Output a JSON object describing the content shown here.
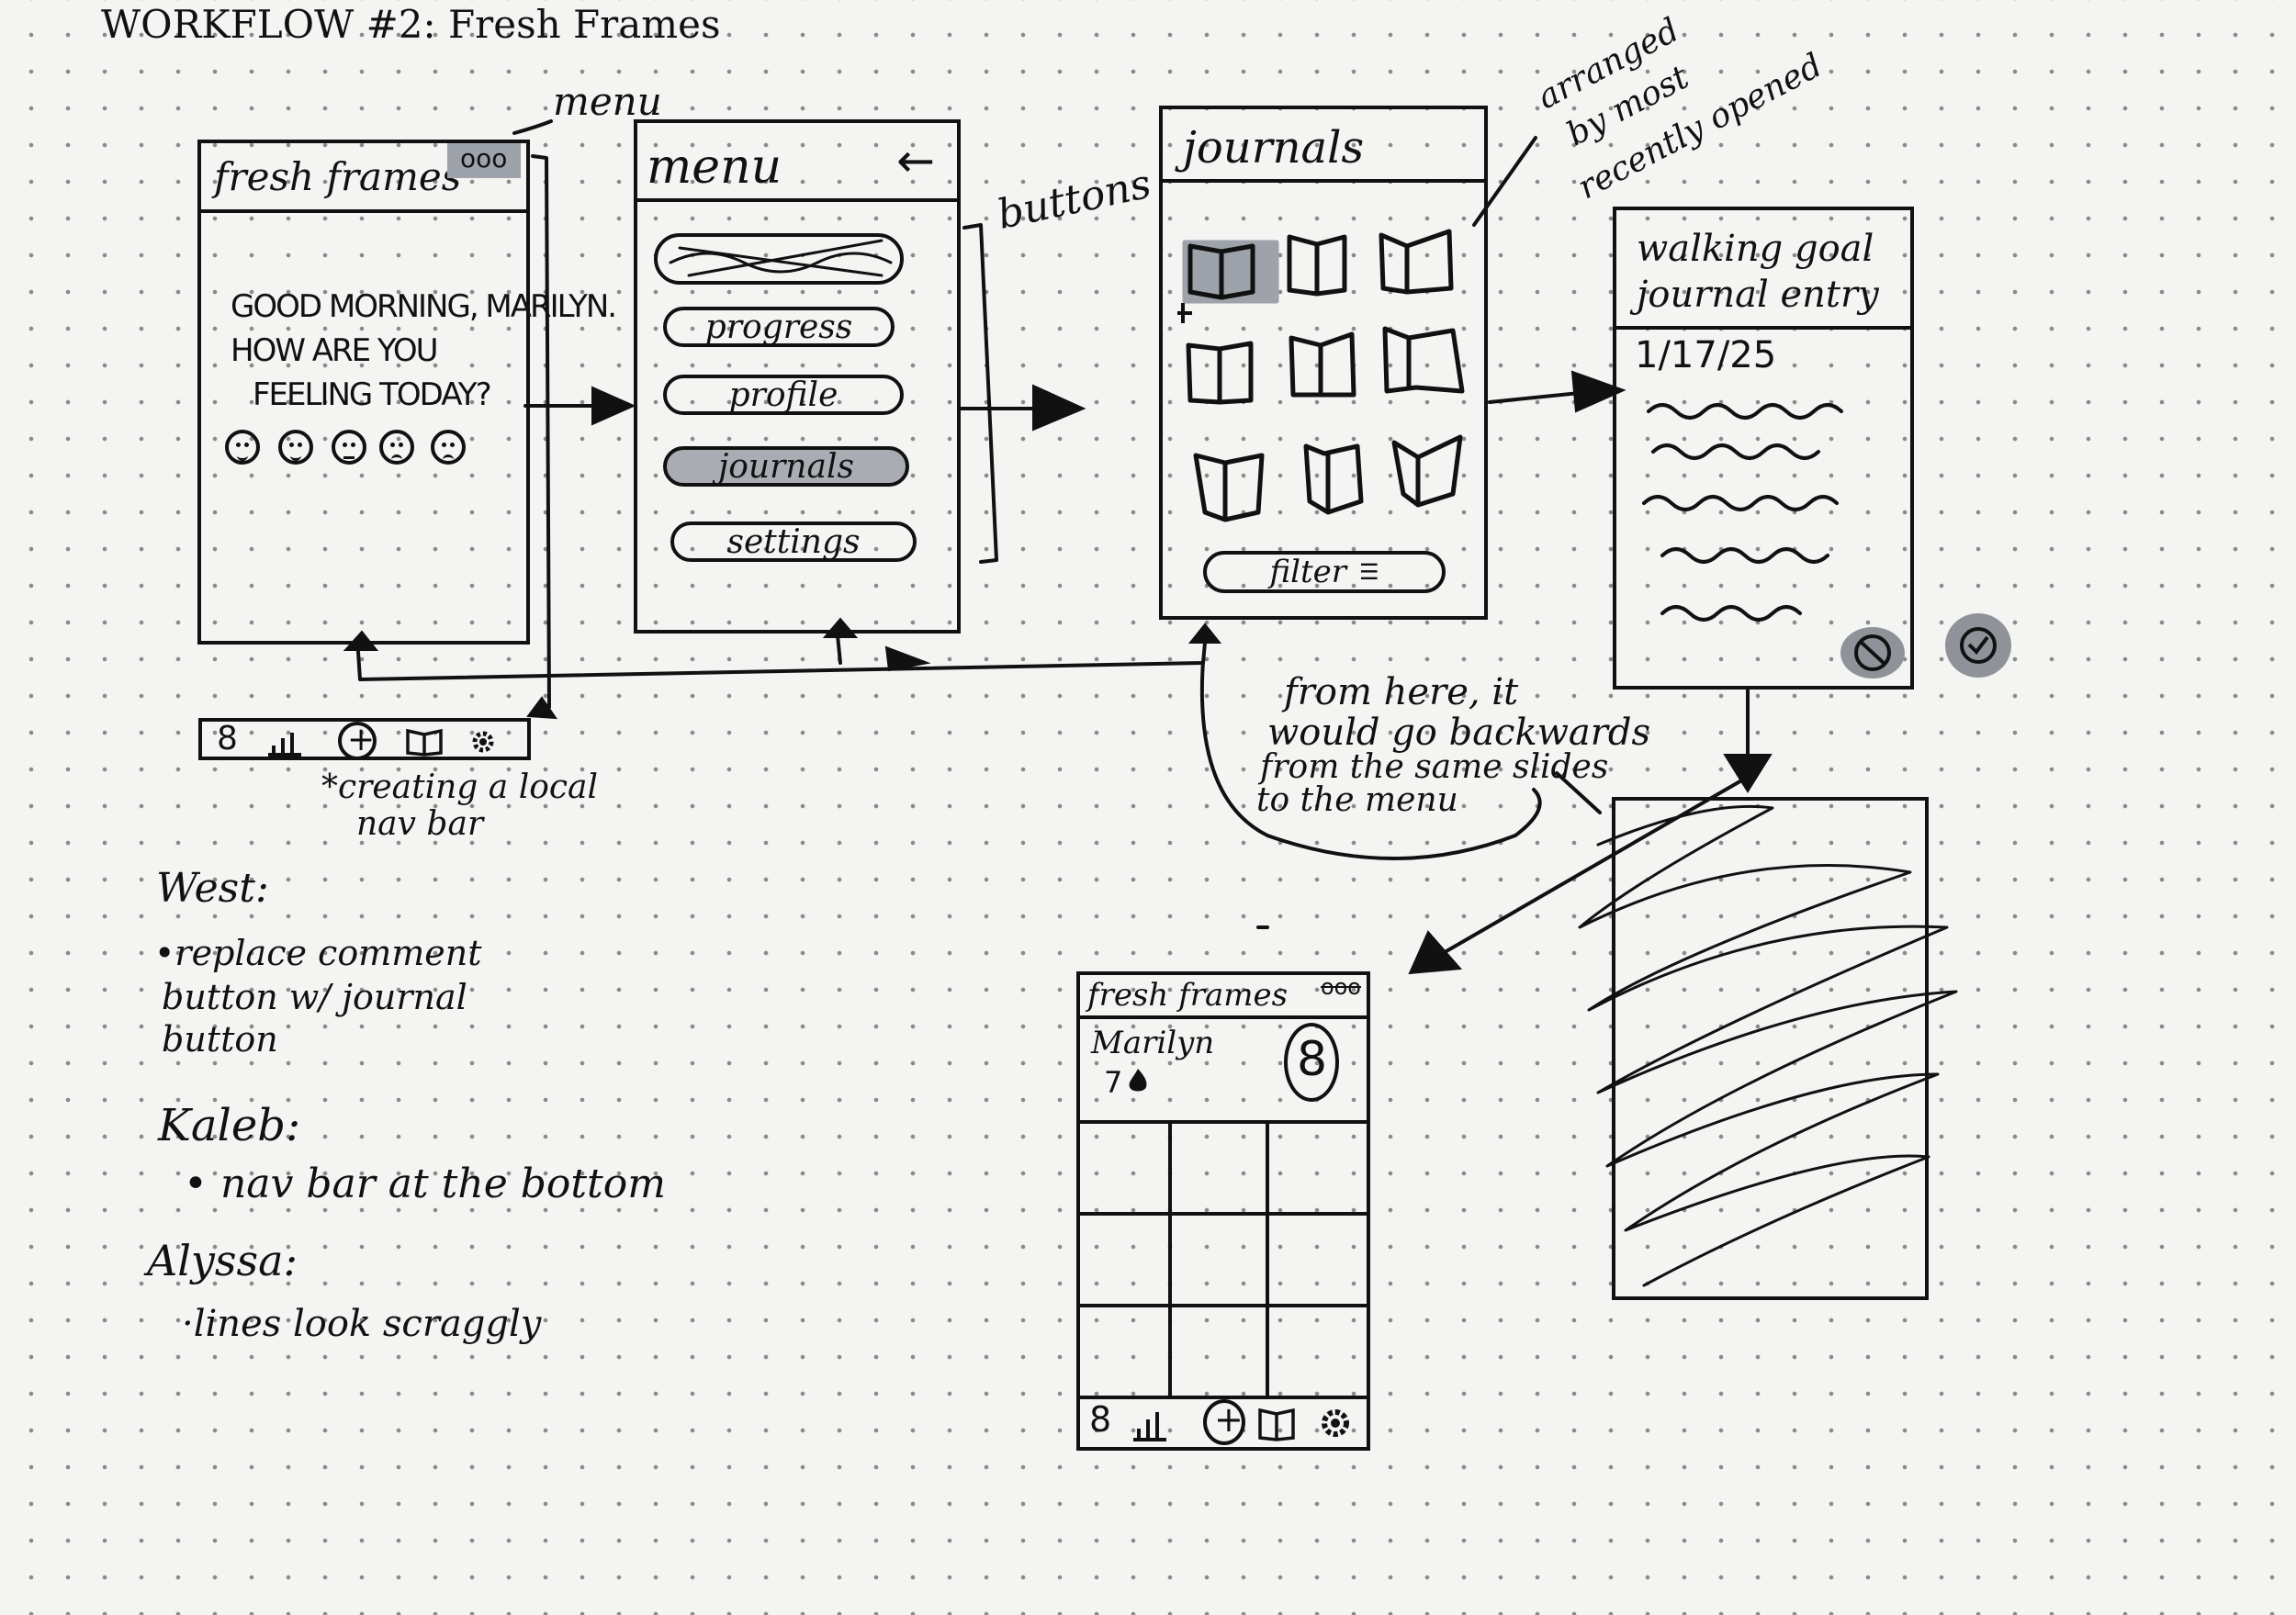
{
  "page_title": "WORKFLOW #2: Fresh Frames",
  "screen1": {
    "header": "fresh frames",
    "menu_dots": "ooo",
    "greeting": [
      "GOOD MORNING, MARILYN.",
      "HOW ARE YOU",
      "FEELING TODAY?"
    ]
  },
  "annotations": {
    "menu": "menu",
    "buttons": "buttons",
    "arranged": [
      "arranged",
      "by most",
      "recently opened"
    ],
    "local_nav": [
      "*creating a local",
      "nav bar"
    ],
    "backwards": [
      "from here, it",
      "would go backwards",
      "from the same slides",
      "to the menu"
    ]
  },
  "screen2": {
    "title": "menu",
    "back_icon": "←",
    "items": [
      "",
      "progress",
      "profile",
      "journals",
      "settings"
    ]
  },
  "screen3": {
    "title": "journals",
    "filter": "filter"
  },
  "screen4": {
    "title": [
      "walking goal",
      "journal entry"
    ],
    "date": "1/17/25"
  },
  "screen5": {
    "header": "fresh frames",
    "dots": "ooo",
    "name": "Marilyn",
    "level": "7",
    "badge": "8"
  },
  "nav_icons": [
    "8",
    "+"
  ],
  "feedback": {
    "west_name": "West:",
    "west_note": [
      "•replace comment",
      "button w/ journal",
      "button"
    ],
    "kaleb_name": "Kaleb:",
    "kaleb_note": "• nav bar at the bottom",
    "alyssa_name": "Alyssa:",
    "alyssa_note": "·lines look scraggly"
  }
}
